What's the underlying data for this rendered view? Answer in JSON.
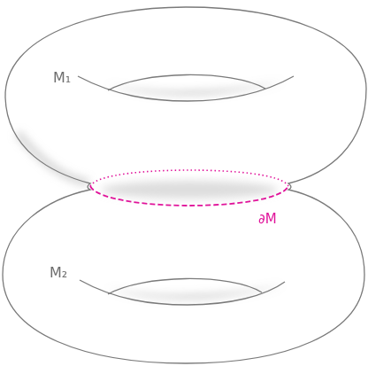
{
  "diagram": {
    "labels": [
      "M₁",
      "M₂",
      "∂M"
    ]
  }
}
